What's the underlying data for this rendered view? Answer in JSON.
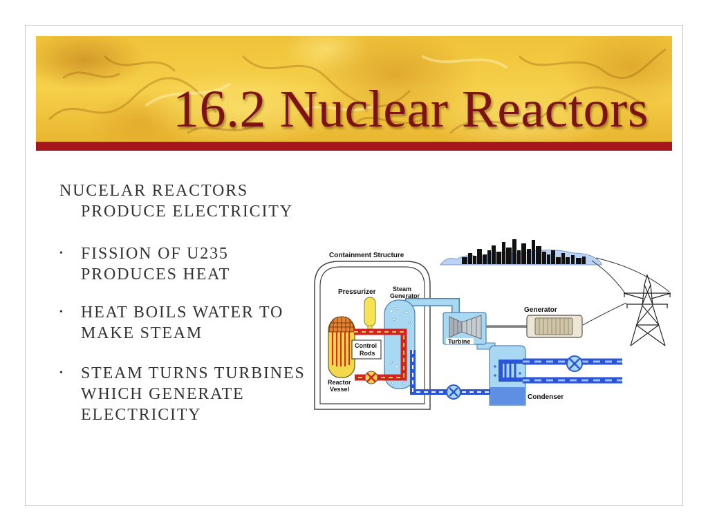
{
  "colors": {
    "title": "#7d1214",
    "accent_bar": "#a5171c",
    "body_text": "#333333",
    "frame_border": "#c8c8c8",
    "hot_coolant": "#d42222",
    "steam": "#a9d8f2",
    "cooling_water": "#2a55d6"
  },
  "slide": {
    "title": "16.2 Nuclear Reactors",
    "intro": {
      "lines": [
        "NUCELAR REACTORS",
        "PRODUCE ELECTRICITY"
      ]
    },
    "bullet_marker": "•",
    "bullets": [
      {
        "lines": [
          "FISSION OF U235",
          "PRODUCES HEAT"
        ]
      },
      {
        "lines": [
          "HEAT BOILS WATER TO",
          "MAKE STEAM"
        ]
      },
      {
        "lines": [
          "STEAM TURNS TURBINES",
          "WHICH GENERATE",
          "ELECTRICITY"
        ]
      }
    ]
  },
  "diagram": {
    "labels": {
      "containment_structure": "Containment Structure",
      "pressurizer": "Pressurizer",
      "steam_generator": [
        "Steam",
        "Generator"
      ],
      "control_rods": [
        "Control",
        "Rods"
      ],
      "reactor_vessel": [
        "Reactor",
        "Vessel"
      ],
      "turbine": "Turbine",
      "generator": "Generator",
      "condenser": "Condenser"
    }
  }
}
